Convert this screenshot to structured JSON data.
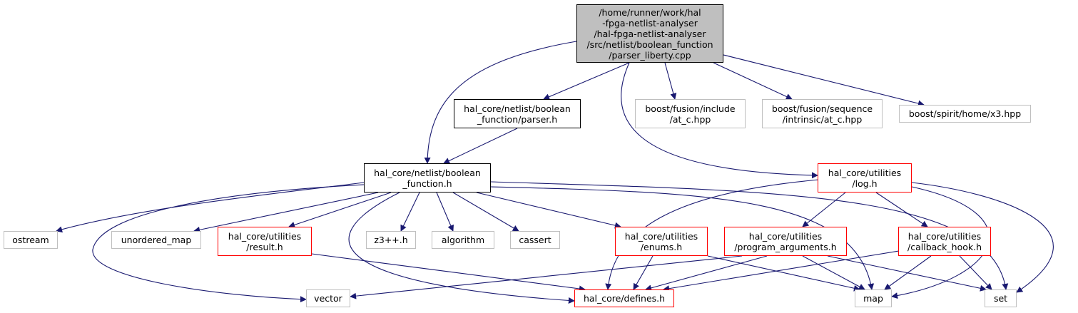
{
  "colors": {
    "edge": "#191970",
    "root_fill": "#bfbfbf",
    "documented_border": "#000000",
    "truncated_border": "#ff0000",
    "external_border": "#bfbfbf"
  },
  "nodes": {
    "root": {
      "lines": [
        "/home/runner/work/hal",
        "-fpga-netlist-analyser",
        "/hal-fpga-netlist-analyser",
        "/src/netlist/boolean_function",
        "/parser_liberty.cpp"
      ]
    },
    "parser_h": {
      "lines": [
        "hal_core/netlist/boolean",
        "_function/parser.h"
      ]
    },
    "at_c_include": {
      "lines": [
        "boost/fusion/include",
        "/at_c.hpp"
      ]
    },
    "at_c_intrinsic": {
      "lines": [
        "boost/fusion/sequence",
        "/intrinsic/at_c.hpp"
      ]
    },
    "x3": {
      "lines": [
        "boost/spirit/home/x3.hpp"
      ]
    },
    "boolean_function_h": {
      "lines": [
        "hal_core/netlist/boolean",
        "_function.h"
      ]
    },
    "log_h": {
      "lines": [
        "hal_core/utilities",
        "/log.h"
      ]
    },
    "ostream": {
      "lines": [
        "ostream"
      ]
    },
    "unordered_map": {
      "lines": [
        "unordered_map"
      ]
    },
    "result_h": {
      "lines": [
        "hal_core/utilities",
        "/result.h"
      ]
    },
    "z3": {
      "lines": [
        "z3++.h"
      ]
    },
    "algorithm": {
      "lines": [
        "algorithm"
      ]
    },
    "cassert": {
      "lines": [
        "cassert"
      ]
    },
    "enums_h": {
      "lines": [
        "hal_core/utilities",
        "/enums.h"
      ]
    },
    "program_arguments_h": {
      "lines": [
        "hal_core/utilities",
        "/program_arguments.h"
      ]
    },
    "callback_hook_h": {
      "lines": [
        "hal_core/utilities",
        "/callback_hook.h"
      ]
    },
    "vector": {
      "lines": [
        "vector"
      ]
    },
    "defines_h": {
      "lines": [
        "hal_core/defines.h"
      ]
    },
    "map": {
      "lines": [
        "map"
      ]
    },
    "set": {
      "lines": [
        "set"
      ]
    }
  }
}
